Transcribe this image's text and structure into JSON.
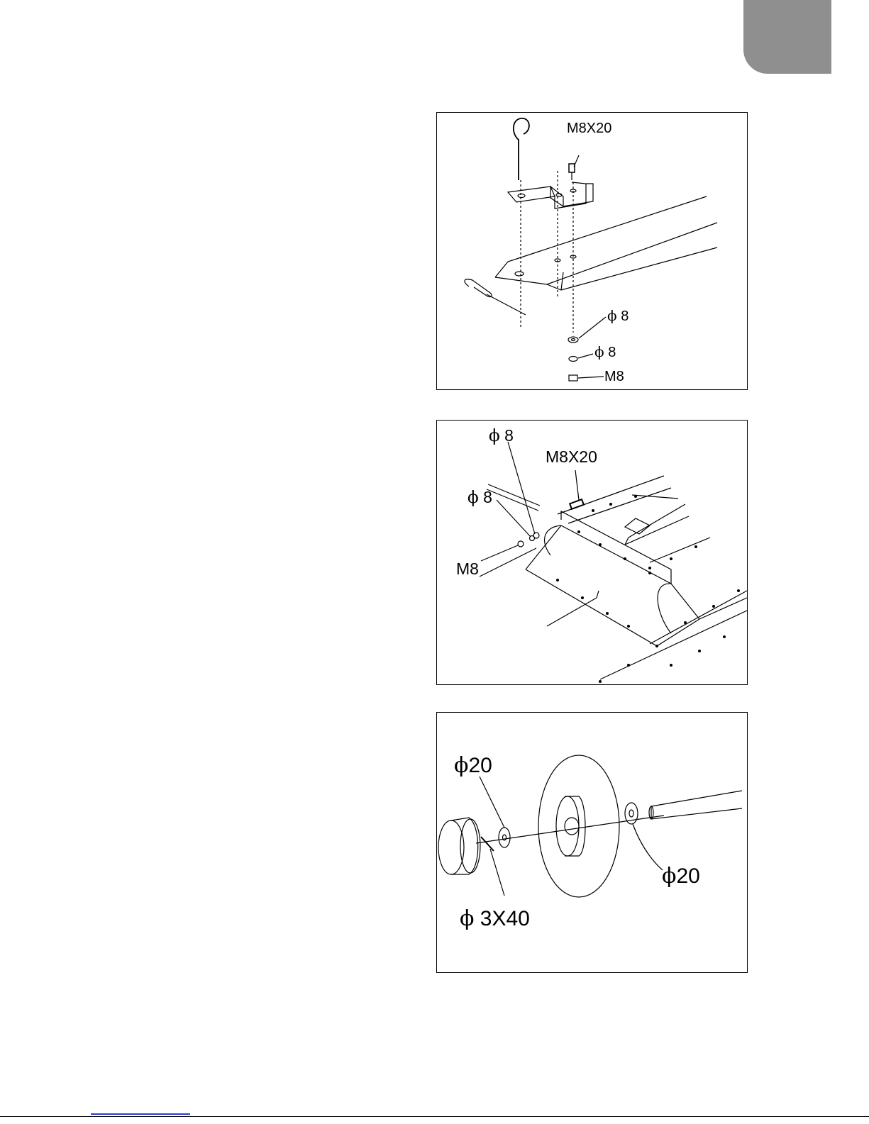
{
  "figures": [
    {
      "id": "hitch-bracket",
      "callouts": {
        "bolt": "M8X20",
        "flat_washer": "8",
        "spring_washer": "8",
        "nut": "M8"
      }
    },
    {
      "id": "frame-panel",
      "callouts": {
        "spring_washer": "8",
        "bolt": "M8X20",
        "flat_washer": "8",
        "nut": "M8"
      }
    },
    {
      "id": "wheel",
      "callouts": {
        "outer_washer": "20",
        "cotter_pin": "3X40",
        "inner_washer": "20"
      }
    }
  ],
  "phi_symbol": "ϕ"
}
